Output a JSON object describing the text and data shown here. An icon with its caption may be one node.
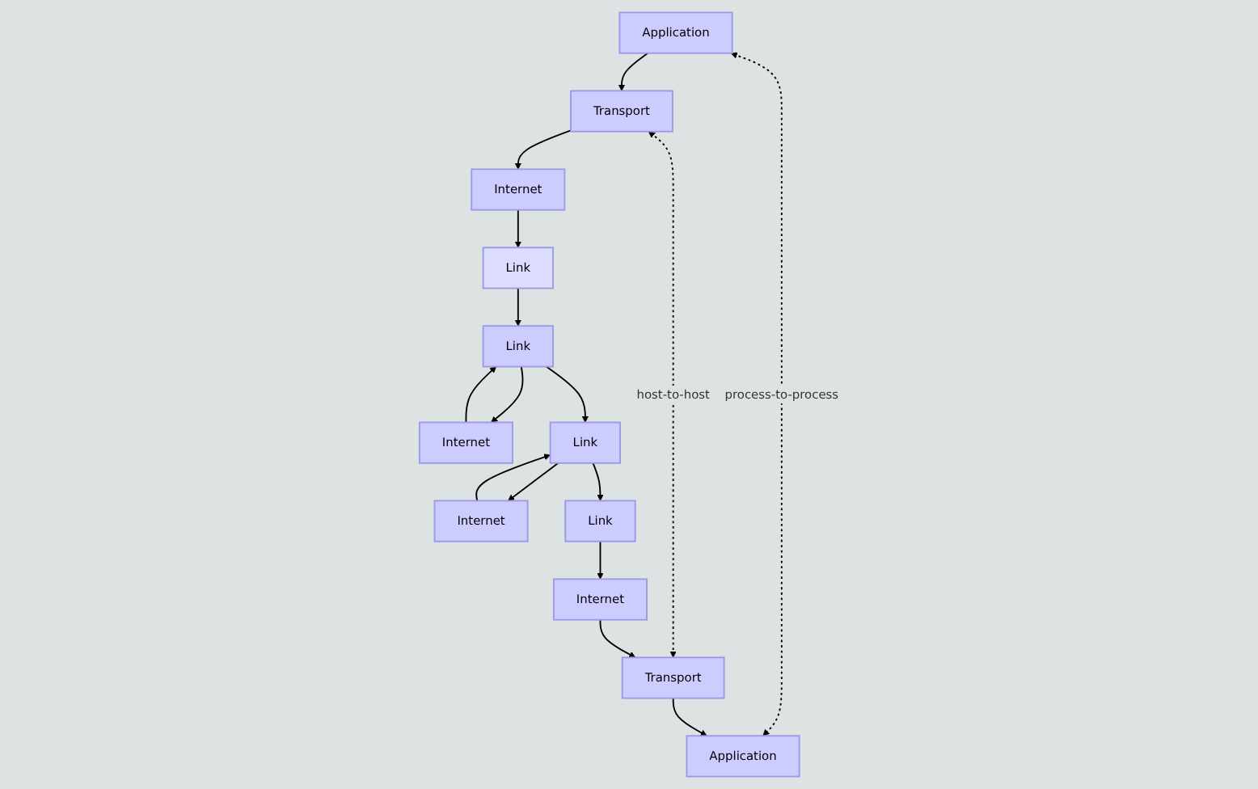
{
  "diagram": {
    "nodes": [
      {
        "text": [
          "Application"
        ]
      },
      {
        "text": [
          "Application"
        ]
      },
      {
        "text": [
          "Transport"
        ]
      },
      {
        "text": [
          "Transport"
        ]
      },
      {
        "text": [
          "Internet"
        ]
      },
      {
        "text": [
          "Internet"
        ]
      },
      {
        "text": [
          "Internet"
        ]
      },
      {
        "text": [
          "Internet"
        ]
      },
      {
        "text": [
          "Link"
        ]
      },
      {
        "text": [
          "Link"
        ]
      },
      {
        "text": [
          "Link"
        ]
      },
      {
        "text": [
          "Link"
        ]
      }
    ],
    "edges": [
      {
        "from": 0,
        "to": 1,
        "arrow": "both",
        "style": "dashed",
        "label": "process-to-process"
      },
      {
        "from": 2,
        "to": 3,
        "arrow": "both",
        "style": "dashed",
        "label": "host-to-host"
      },
      {
        "from": 0,
        "to": 2,
        "arrow": "to"
      },
      {
        "from": 2,
        "to": 4,
        "arrow": "to"
      },
      {
        "from": 4,
        "to": 8,
        "arrow": "to"
      },
      {
        "from": 8,
        "to": 9,
        "arrow": "to"
      },
      {
        "from": 9,
        "to": 5,
        "arrow": "to"
      },
      {
        "from": 5,
        "to": 9,
        "arrow": "to"
      },
      {
        "from": 9,
        "to": 10,
        "arrow": "to"
      },
      {
        "from": 10,
        "to": 6,
        "arrow": "to"
      },
      {
        "from": 6,
        "to": 10,
        "arrow": "to"
      },
      {
        "from": 10,
        "to": 11,
        "arrow": "to"
      },
      {
        "from": 11,
        "to": 7,
        "arrow": "to"
      },
      {
        "from": 7,
        "to": 3,
        "arrow": "to"
      },
      {
        "from": 3,
        "to": 1,
        "arrow": "to"
      }
    ]
  }
}
